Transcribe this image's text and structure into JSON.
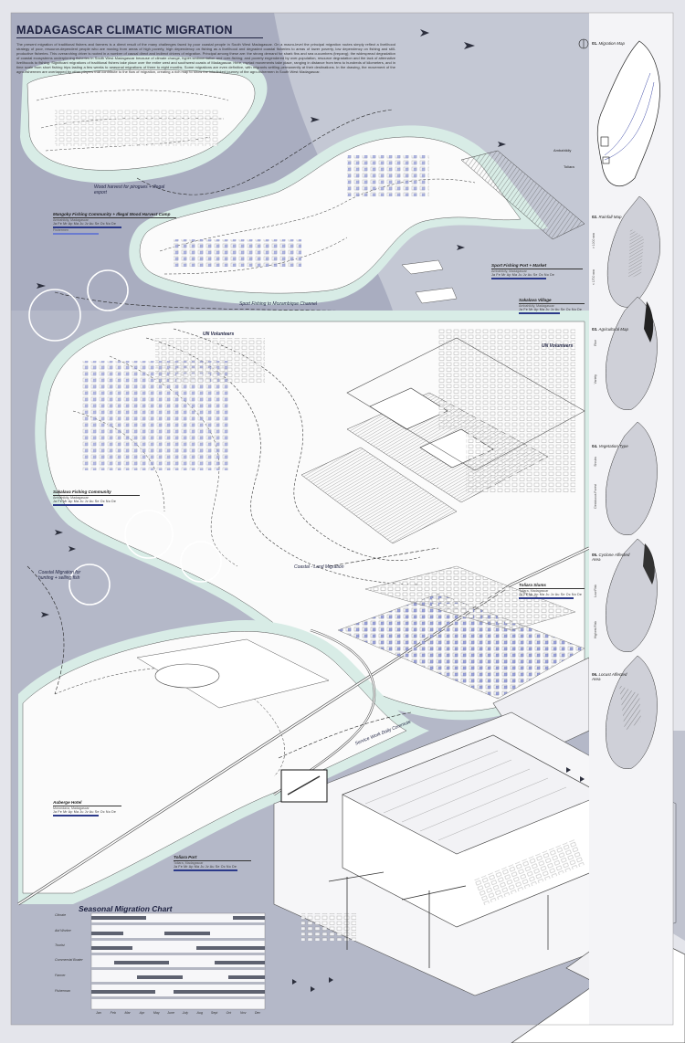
{
  "title": "MADAGASCAR CLIMATIC MIGRATION",
  "intro": "The present migration of traditional fishers and farmers is a direct result of the many challenges faced by poor coastal people in South West Madagascar. On a macro-level the principal migration routes simply reflect a livelihood strategy of poor, resource-dependent people who are moving from areas of high poverty, high dependency on fishing as a livelihood and degraded coastal fisheries to areas of lower poverty, low dependency on fishing and still-productive fisheries. This overarching driver is rooted in a number of causal direct and indirect drivers of migration. Principal among these are: the strong demand for shark fins and sea cucumbers (trepang); the widespread degradation of coastal ecosystems underpinning fisheries in South West Madagascar because of climate change, hyper-sedimentation and over-fishing; and poverty engendered by over-population, resource degradation and the lack of alternative livelihoods to fishing. Significant migrations of traditional fishers take place over the entire west and southwest coasts of Madagascar. Here, myriad movements take place, ranging in distance from tens to hundreds of kilometers, and in time scale from short fishing trips lasting a few weeks to seasonal migrations of three to eight months. Some migrations are even definitive, with migrants settling permanently at their destinations. In the drawing, the movement of the agro-fishermen are overlapped by other players that contribute to the flow of migration, creating a rich map to show the interlinked journey of the agro-fishermen in South West Madagascar.",
  "months_short": "Ja  Fe  Mr  Ap  Ma  Ju  Jv  Au  Se  Oc  No  De",
  "labels": {
    "wood_harvest": "Wood harvest for pirogues + illegal export",
    "sport_fishing_channel": "Sport Fishing to Mozambique Channel",
    "un_volunteers_1": "UN Volunteers",
    "un_volunteers_2": "UN Volunteers",
    "coastal_migration": "Coastal Migration for hunting + selling fish",
    "coastal_land": "Coastal - Land Migration",
    "service_work": "Service Work Daily Commute"
  },
  "locations": {
    "mangoky": {
      "name": "Mangoky Fishing Community + Illegal Wood Harvest Camp",
      "sub": "Ambahikily, Madagascar",
      "extra": "Fishermen"
    },
    "sport_port": {
      "name": "Sport Fishing Port + Market",
      "sub": "Ambahikily, Madagascar"
    },
    "sakalava_village": {
      "name": "Sakalava Village",
      "sub": "Ambahikily, Madagascar"
    },
    "sakalava_fishing": {
      "name": "Sakalava Fishing Community",
      "sub": "Ambahikily, Madagascar"
    },
    "toliara_slums": {
      "name": "Toliara Slums",
      "sub": "Toliara, Madagascar"
    },
    "auberge": {
      "name": "Auberge Hotel",
      "sub": "Morondava, Madagascar"
    },
    "toliara_port": {
      "name": "Toliara Port",
      "sub": "Toliara, Madagascar"
    }
  },
  "maps": [
    {
      "num": "01.",
      "name": "Migration Map",
      "places": [
        "Ambahikily",
        "Toliara"
      ]
    },
    {
      "num": "02.",
      "name": "Rainfall Map",
      "axis_top": "> 1000 mm",
      "axis_bottom": "< 1700 mm"
    },
    {
      "num": "03.",
      "name": "Agricultural Map",
      "axis_top": "Rice",
      "axis_bottom": "Variety"
    },
    {
      "num": "04.",
      "name": "Vegetation Type",
      "axis_top": "Shrubs",
      "axis_bottom": "Deciduous Forest"
    },
    {
      "num": "05.",
      "name": "Cyclone Affected Area",
      "axis_top": "Low Risk",
      "axis_bottom": "Highest Risk"
    },
    {
      "num": "06.",
      "name": "Locust Affected Area"
    }
  ],
  "chart_data": {
    "type": "table",
    "title": "Seasonal Migration Chart",
    "rows": [
      "Climate",
      "Aid Worker",
      "Tourist",
      "Commercial Boater",
      "Farmer",
      "Fisherman"
    ],
    "columns": [
      "Jan",
      "Feb",
      "Mar",
      "Apr",
      "May",
      "June",
      "July",
      "Aug",
      "Sept",
      "Oct",
      "Nov",
      "Dec"
    ]
  },
  "colors": {
    "accent": "#2c3a8a",
    "sea_dark": "#8b90a6",
    "sea_light": "#c7cad7",
    "shore_glow": "#d8ece6",
    "ink": "#1d2140"
  }
}
